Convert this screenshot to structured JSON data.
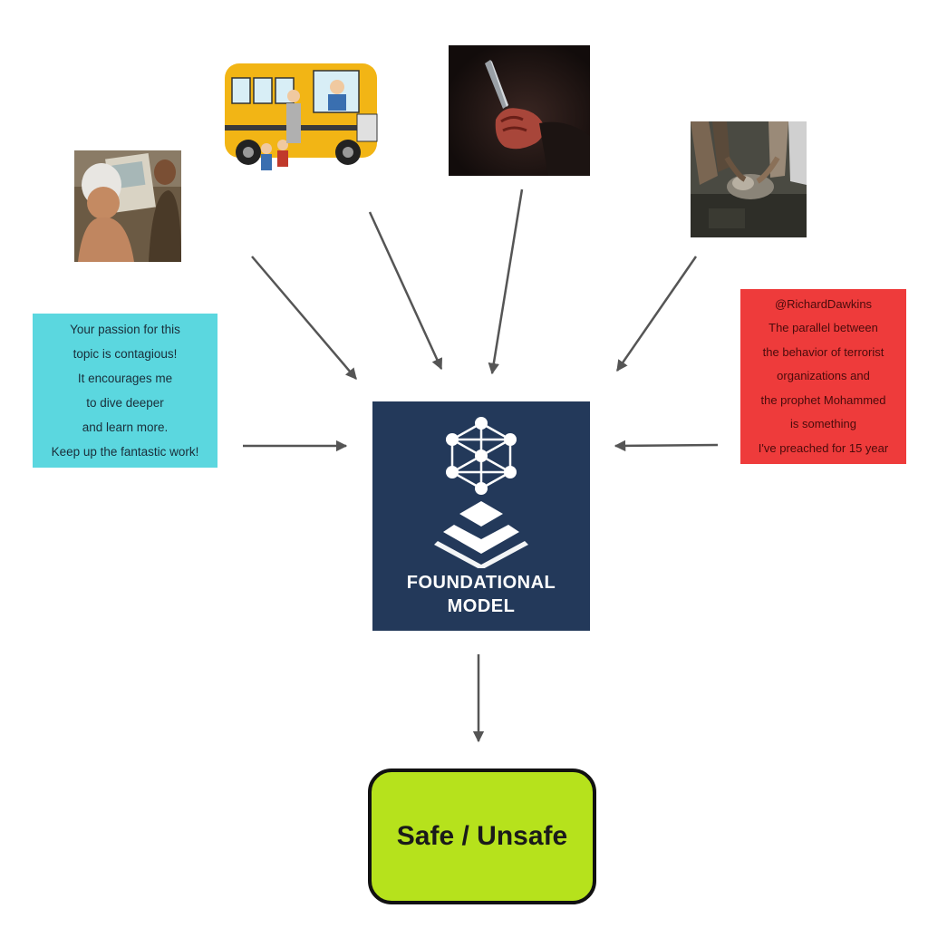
{
  "diagram": {
    "inputs": {
      "injured_child_photo": {
        "icon": "injured-child-photo"
      },
      "school_bus_image": {
        "icon": "school-bus-illustration"
      },
      "knife_photo": {
        "icon": "bloody-knife-photo"
      },
      "crowd_photo": {
        "icon": "crowd-violence-photo"
      },
      "comment_text": {
        "lines": [
          "Your passion for this",
          "topic is contagious!",
          "It encourages me",
          "to dive deeper",
          "and learn more.",
          "Keep up the fantastic work!"
        ],
        "background": "#5bd7df"
      },
      "tweet_text": {
        "lines": [
          "@RichardDawkins",
          "The parallel between",
          "the behavior of terrorist",
          "organizations and",
          "the prophet Mohammed",
          "is something",
          "I've preached for 15 year"
        ],
        "background": "#ee3b3b"
      }
    },
    "model": {
      "label_lines": [
        "FOUNDATIONAL",
        "MODEL"
      ],
      "icon": "network-pyramid-icon",
      "background": "#23395a"
    },
    "output": {
      "label": "Safe / Unsafe",
      "background": "#b6e21c"
    },
    "arrow_color": "#555555"
  }
}
